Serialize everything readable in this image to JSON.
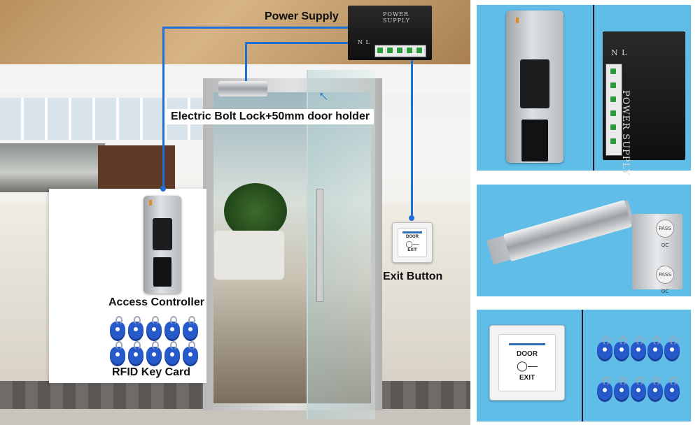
{
  "scene": {
    "labels": {
      "power_supply": "Power Supply",
      "bolt_lock": "Electric Bolt Lock+50mm door holder",
      "exit_button": "Exit Button",
      "access_controller": "Access Controller",
      "rfid_card": "RFID Key Card"
    },
    "psu_text": "POWER SUPPLY",
    "psu_nl": "N L",
    "exit_plate": {
      "line1": "DOOR",
      "line2": "EXIT"
    },
    "wire_color": "#1f6fd6"
  },
  "panels": {
    "color": "#5fbde8",
    "psu_text": "POWER SUPPLY",
    "psu_nl": "N L",
    "pass_sticker": "PASS QC",
    "exit_plate": {
      "line1": "DOOR",
      "line2": "EXIT"
    }
  }
}
